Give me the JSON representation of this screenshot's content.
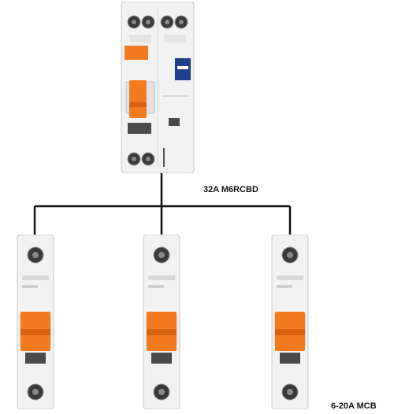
{
  "labels": {
    "rcbd": "32A M6RCBD",
    "mcb": "6-20A MCB"
  },
  "devices": {
    "rcbd": {
      "name": "rcbd-breaker",
      "terminals": 4,
      "accent": "#f47a20",
      "brand_tile": "#1e3f8a"
    },
    "mcbs": [
      {
        "name": "mcb-breaker-left",
        "accent": "#f47a20"
      },
      {
        "name": "mcb-breaker-center",
        "accent": "#f47a20"
      },
      {
        "name": "mcb-breaker-right",
        "accent": "#f47a20"
      }
    ]
  },
  "colors": {
    "wire": "#111111",
    "housing": "#efeff0",
    "toggle": "#f47a20"
  }
}
